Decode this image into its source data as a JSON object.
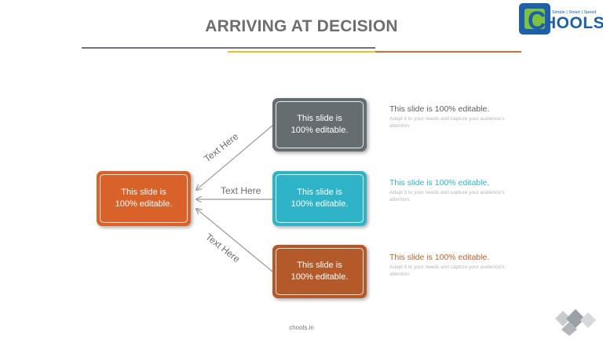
{
  "title": "ARRIVING AT DECISION",
  "logo": {
    "tagline": "Simple | Smart | Speed",
    "brand": "HOOLS",
    "brand_initial": "C"
  },
  "nodes": {
    "left": "This slide is\n100% editable.",
    "top": "This slide is\n100% editable.",
    "middle": "This slide is\n100% editable.",
    "bottom": "This slide is\n100% editable."
  },
  "edge_labels": {
    "top": "Text Here",
    "middle": "Text Here",
    "bottom": "Text Here"
  },
  "descriptions": [
    {
      "heading": "This slide is 100% editable.",
      "text": "Adapt it to your needs and capture your audience's attention.",
      "color": "#5e5e5e"
    },
    {
      "heading": "This slide is 100% editable.",
      "text": "Adapt it to your needs and capture your audience's attention.",
      "color": "#2fb3c8"
    },
    {
      "heading": "This slide is 100% editable.",
      "text": "Adapt it to your needs and capture your audience's attention.",
      "color": "#c0612c"
    }
  ],
  "colors": {
    "left_box": "#d9622b",
    "top_box": "#666d70",
    "middle_box": "#2fb3c8",
    "bottom_box": "#b3592a",
    "connector": "#9a9a9a"
  },
  "footer": "chools.in"
}
